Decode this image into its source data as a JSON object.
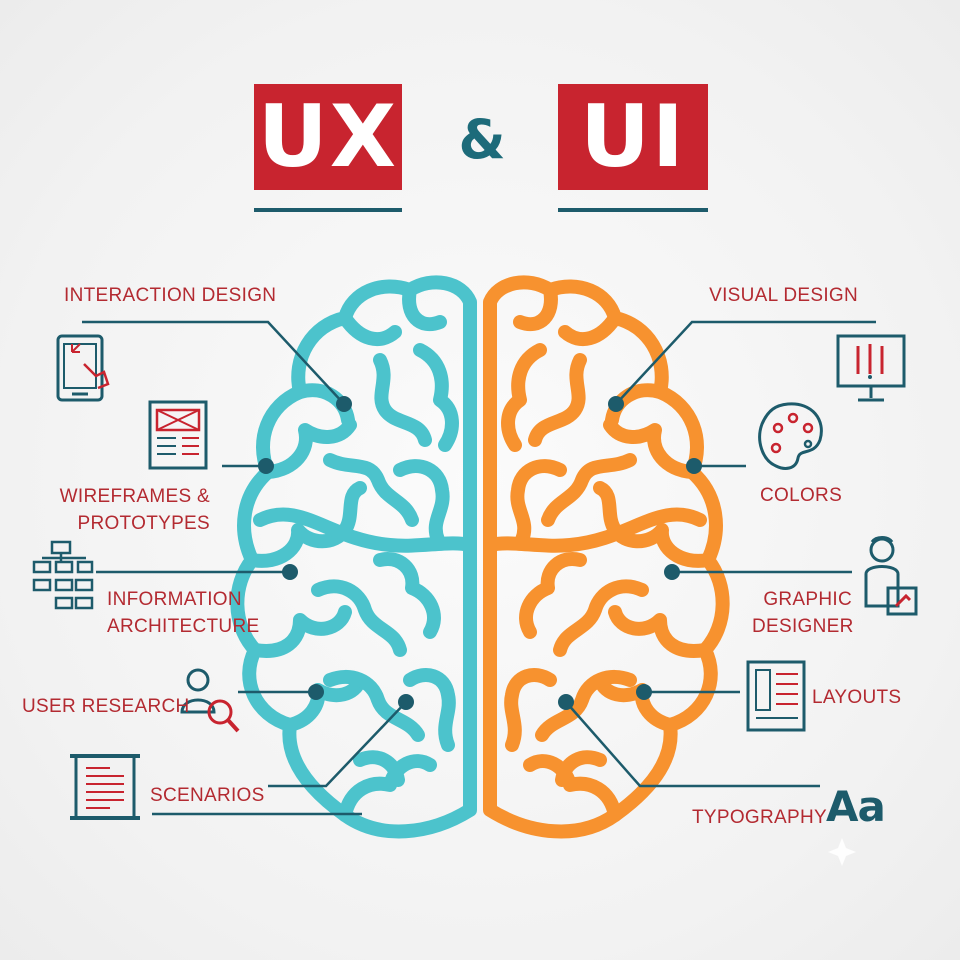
{
  "title": {
    "left": "UX",
    "ampersand": "&",
    "right": "UI"
  },
  "ux_topics": [
    {
      "id": "interaction",
      "text": "INTERACTION DESIGN",
      "icon": "tablet-touch-icon"
    },
    {
      "id": "wireframes",
      "line1": "WIREFRAMES &",
      "line2": "PROTOTYPES",
      "icon": "wireframe-icon"
    },
    {
      "id": "info-arch",
      "line1": "INFORMATION",
      "line2": "ARCHITECTURE",
      "icon": "sitemap-icon"
    },
    {
      "id": "user-research",
      "text": "USER RESEARCH",
      "icon": "user-search-icon"
    },
    {
      "id": "scenarios",
      "text": "SCENARIOS",
      "icon": "scroll-document-icon"
    }
  ],
  "ui_topics": [
    {
      "id": "visual-design",
      "text": "VISUAL DESIGN",
      "icon": "monitor-brushes-icon"
    },
    {
      "id": "colors",
      "text": "COLORS",
      "icon": "palette-icon"
    },
    {
      "id": "graphic-designer",
      "line1": "GRAPHIC",
      "line2": "DESIGNER",
      "icon": "designer-icon"
    },
    {
      "id": "layouts",
      "text": "LAYOUTS",
      "icon": "layout-icon"
    },
    {
      "id": "typography",
      "text": "TYPOGRAPHY",
      "glyph": "Aa",
      "icon": "typography-icon"
    }
  ],
  "colors": {
    "ux_brain": "#4cc3cc",
    "ui_brain": "#f7922f",
    "accent_red": "#c8242f",
    "label_red": "#b32a31",
    "connector": "#1d5b6b",
    "icon_dark": "#1d5b6b"
  }
}
